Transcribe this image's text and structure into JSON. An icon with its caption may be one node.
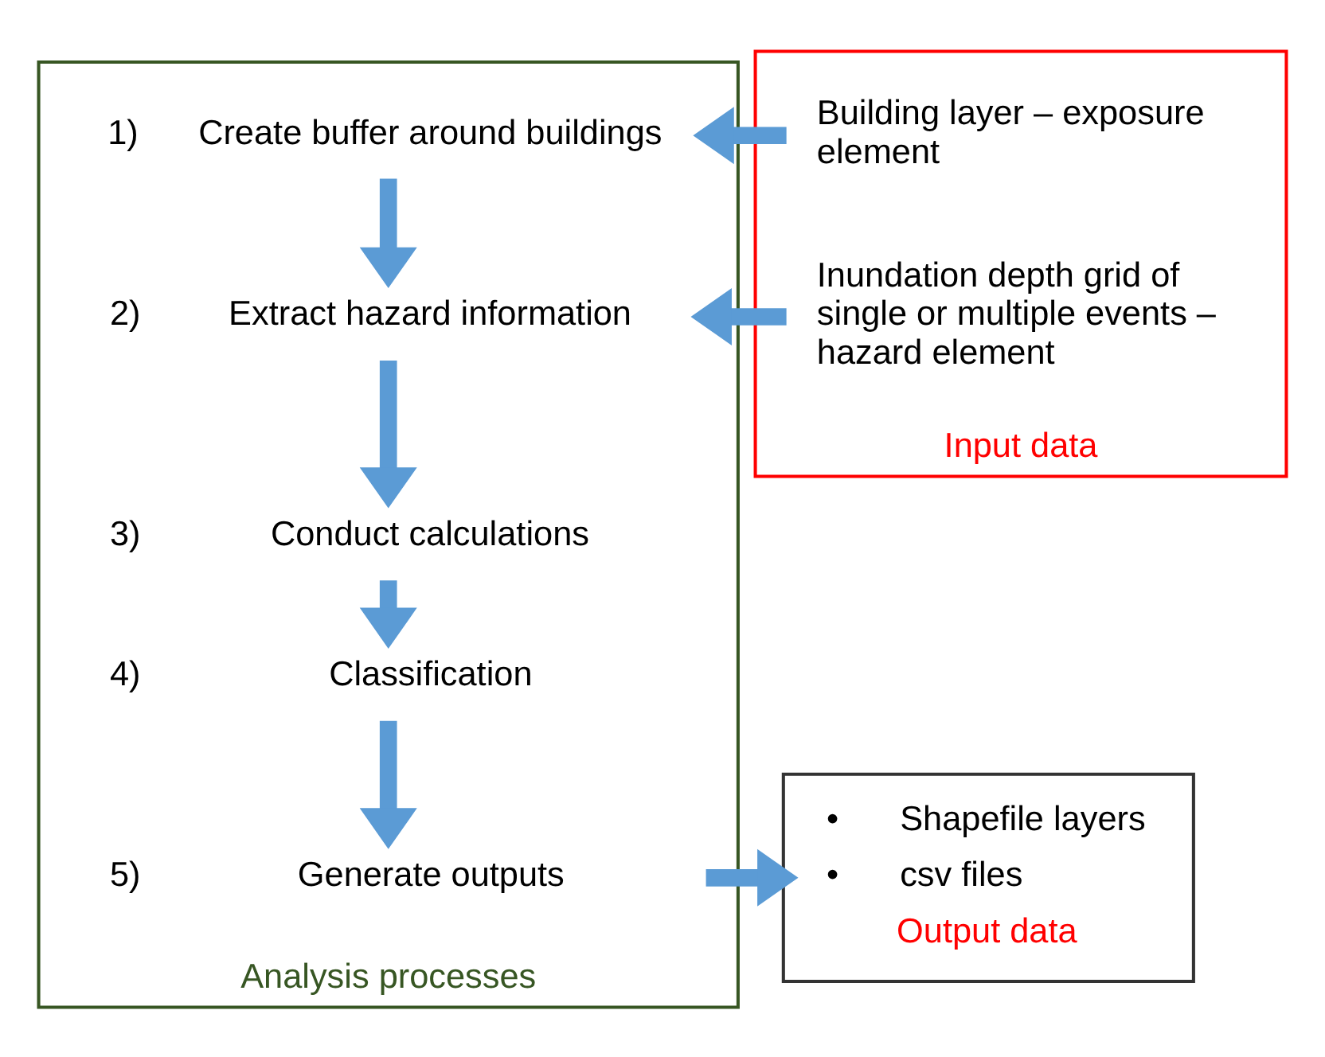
{
  "diagram": {
    "nodes": [
      {
        "text": [
          "Analysis processes"
        ]
      },
      {
        "text": [
          "1)",
          "Create buffer around buildings"
        ],
        "in": 0
      },
      {
        "text": [
          "2)",
          "Extract hazard information"
        ],
        "in": 0
      },
      {
        "text": [
          "3)",
          "Conduct calculations"
        ],
        "in": 0
      },
      {
        "text": [
          "4)",
          "Classification"
        ],
        "in": 0
      },
      {
        "text": [
          "5)",
          "Generate outputs"
        ],
        "in": 0
      },
      {
        "text": [
          "Input data"
        ]
      },
      {
        "text": [
          "Building layer – exposure element"
        ],
        "in": 6
      },
      {
        "text": [
          "Inundation depth grid of single or multiple events – hazard element"
        ],
        "in": 6
      },
      {
        "text": [
          "•",
          "Shapefile layers",
          "•",
          "csv files",
          "Output data"
        ]
      }
    ],
    "edges": [
      {
        "from": 1,
        "to": 2,
        "arrow": "to"
      },
      {
        "from": 2,
        "to": 3,
        "arrow": "to"
      },
      {
        "from": 3,
        "to": 4,
        "arrow": "to"
      },
      {
        "from": 4,
        "to": 5,
        "arrow": "to"
      },
      {
        "from": 7,
        "to": 1,
        "arrow": "to"
      },
      {
        "from": 8,
        "to": 2,
        "arrow": "to"
      },
      {
        "from": 5,
        "to": 9,
        "arrow": "to"
      }
    ]
  }
}
